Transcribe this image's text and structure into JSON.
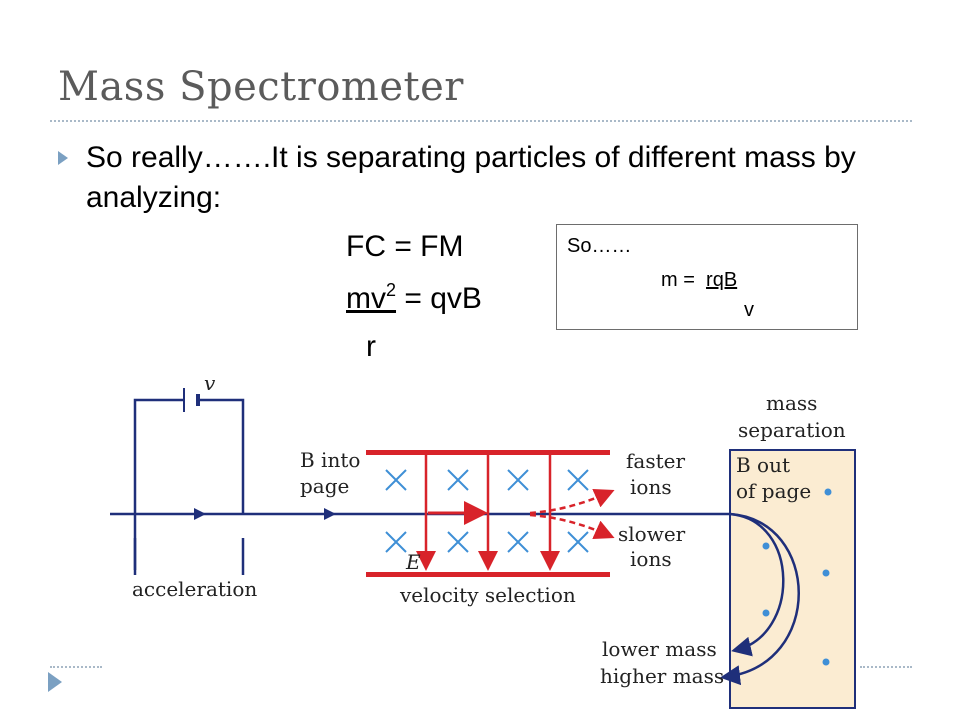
{
  "title": "Mass Spectrometer",
  "bullet": "So really…….It is separating particles of different mass by analyzing:",
  "equations": {
    "line1": "FC = FM",
    "line2_num": "mv",
    "line2_exp": "2",
    "line2_rest": " = qvB",
    "line3": "r"
  },
  "so_box": {
    "line1": "So……",
    "line2_prefix": "m =",
    "line2_num": "rqB",
    "line3": "v"
  },
  "diagram": {
    "voltage_label": "v",
    "acceleration": "acceleration",
    "b_into_line1": "B into",
    "b_into_line2": "page",
    "velocity_selection": "velocity selection",
    "e_label": "E",
    "faster_line1": "faster",
    "faster_line2": "ions",
    "slower_line1": "slower",
    "slower_line2": "ions",
    "mass_sep_line1": "mass",
    "mass_sep_line2": "separation",
    "b_out_line1": "B out",
    "b_out_line2": "of page",
    "lower_mass": "lower mass",
    "higher_mass": "higher mass"
  },
  "colors": {
    "title": "#5b5b5b",
    "accent": "#7ba0c2",
    "circuit": "#1f2f7a",
    "field_plates": "#d8232a",
    "cross": "#3f8fd6",
    "chamber": "#fbecd2"
  }
}
